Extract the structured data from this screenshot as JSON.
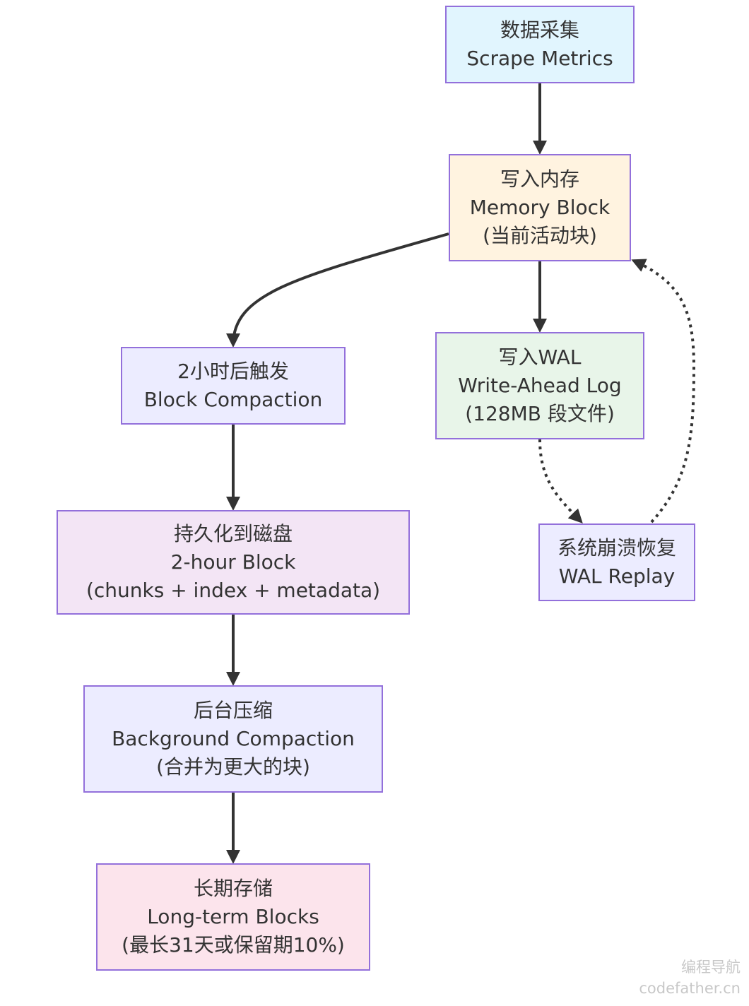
{
  "nodes": {
    "scrape": {
      "line1": "数据采集",
      "line2": "Scrape Metrics",
      "fill": "#E1F5FE"
    },
    "memory": {
      "line1": "写入内存",
      "line2": "Memory Block",
      "line3": "(当前活动块)",
      "fill": "#FFF3E0"
    },
    "trigger": {
      "line1": "2小时后触发",
      "line2": "Block Compaction",
      "fill": "#ECECFF"
    },
    "wal": {
      "line1": "写入WAL",
      "line2": "Write-Ahead Log",
      "line3": "(128MB 段文件)",
      "fill": "#E8F5E9"
    },
    "persist": {
      "line1": "持久化到磁盘",
      "line2": "2-hour Block",
      "line3": "(chunks + index + metadata)",
      "fill": "#F3E5F5"
    },
    "replay": {
      "line1": "系统崩溃恢复",
      "line2": "WAL Replay",
      "fill": "#ECECFF"
    },
    "background": {
      "line1": "后台压缩",
      "line2": "Background Compaction",
      "line3": "(合并为更大的块)",
      "fill": "#ECECFF"
    },
    "longterm": {
      "line1": "长期存储",
      "line2": "Long-term Blocks",
      "line3": "(最长31天或保留期10%)",
      "fill": "#FCE4EC"
    }
  },
  "edges": [
    {
      "from": "scrape",
      "to": "memory",
      "style": "solid"
    },
    {
      "from": "memory",
      "to": "trigger",
      "style": "solid"
    },
    {
      "from": "memory",
      "to": "wal",
      "style": "solid"
    },
    {
      "from": "trigger",
      "to": "persist",
      "style": "solid"
    },
    {
      "from": "wal",
      "to": "replay",
      "style": "dotted"
    },
    {
      "from": "replay",
      "to": "memory",
      "style": "dotted"
    },
    {
      "from": "persist",
      "to": "background",
      "style": "solid"
    },
    {
      "from": "background",
      "to": "longterm",
      "style": "solid"
    }
  ],
  "colors": {
    "node_border": "#9370DB",
    "edge": "#333333"
  },
  "watermark": {
    "line1": "编程导航",
    "line2": "codefather.cn"
  }
}
